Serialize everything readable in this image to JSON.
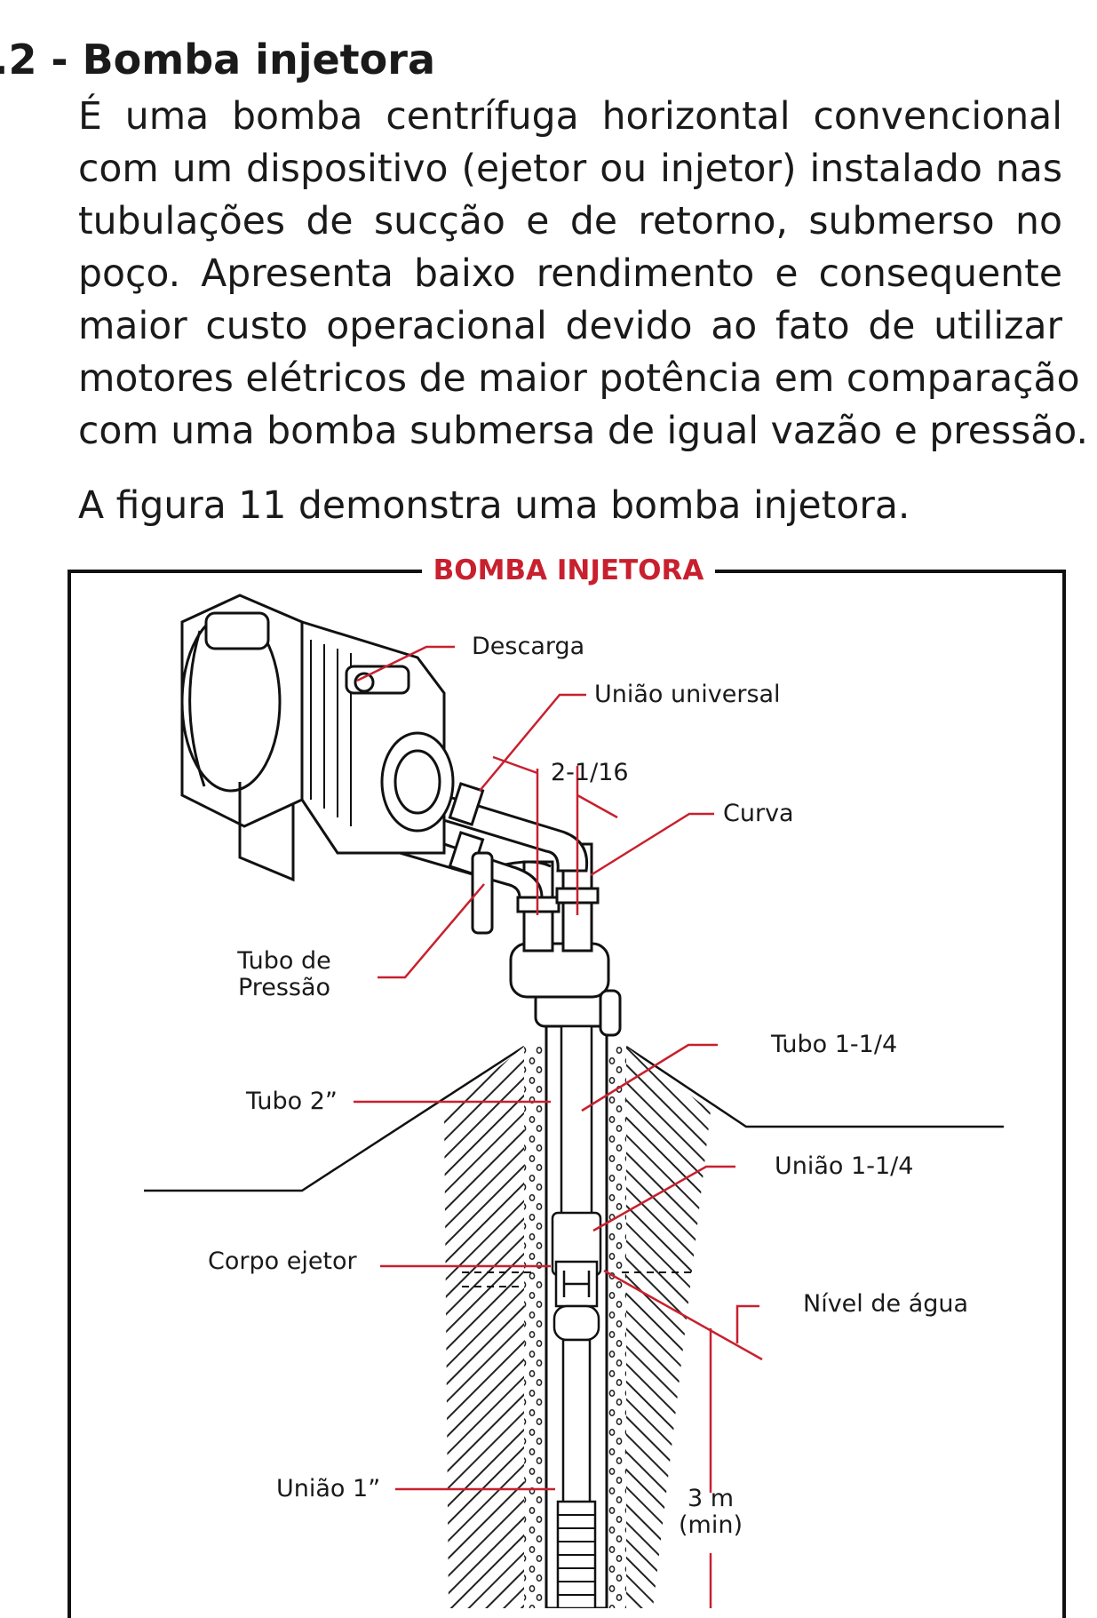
{
  "section": {
    "heading": ".2 - Bomba injetora",
    "paragraph_lines": [
      "É uma bomba centrífuga horizontal convencional",
      "com um dispositivo (ejetor ou injetor) instalado nas",
      "tubulações de sucção e de retorno, submerso no",
      "poço. Apresenta baixo rendimento e consequente",
      "maior custo operacional devido ao fato de utilizar",
      "motores elétricos de maior potência em comparação",
      "com uma bomba submersa de igual vazão e pressão."
    ],
    "figure_reference": "A figura 11 demonstra uma bomba injetora."
  },
  "figure": {
    "title": "BOMBA INJETORA",
    "accent_color": "#c8202e",
    "labels": {
      "descarga": "Descarga",
      "uniao_universal": "União universal",
      "dim_2_1_16": "2-1/16",
      "curva": "Curva",
      "tubo_pressao_1": "Tubo de",
      "tubo_pressao_2": "Pressão",
      "tubo_1_1_4": "Tubo 1-1/4",
      "tubo_2": "Tubo 2”",
      "uniao_1_1_4": "União 1-1/4",
      "corpo_ejetor": "Corpo ejetor",
      "nivel_agua": "Nível de água",
      "uniao_1": "União 1”",
      "dist_1": "3 m",
      "dist_2": "(min)"
    }
  }
}
